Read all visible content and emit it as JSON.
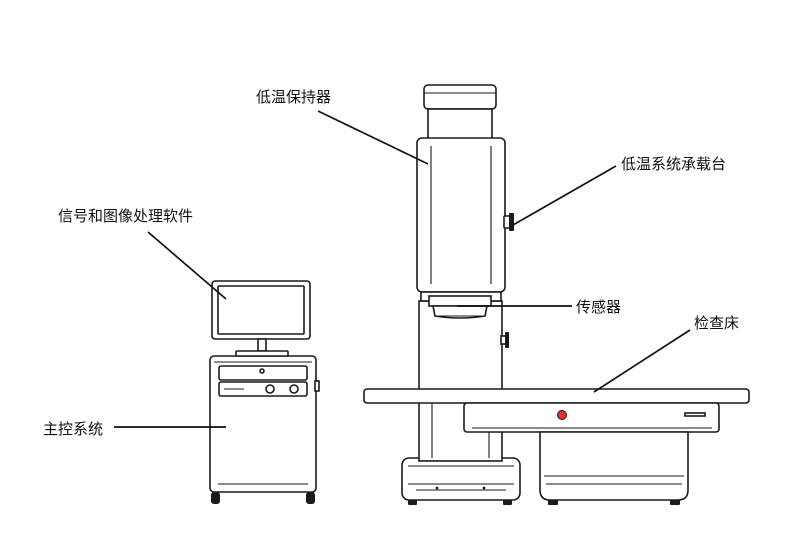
{
  "labels": {
    "cryo_holder": "低温保持器",
    "cryo_stage": "低温系统承载台",
    "software": "信号和图像处理软件",
    "sensor": "传感器",
    "exam_bed": "检查床",
    "main_control": "主控系统"
  },
  "colors": {
    "line": "#1a1a1a",
    "indicator": "#e03030",
    "background": "#ffffff"
  }
}
